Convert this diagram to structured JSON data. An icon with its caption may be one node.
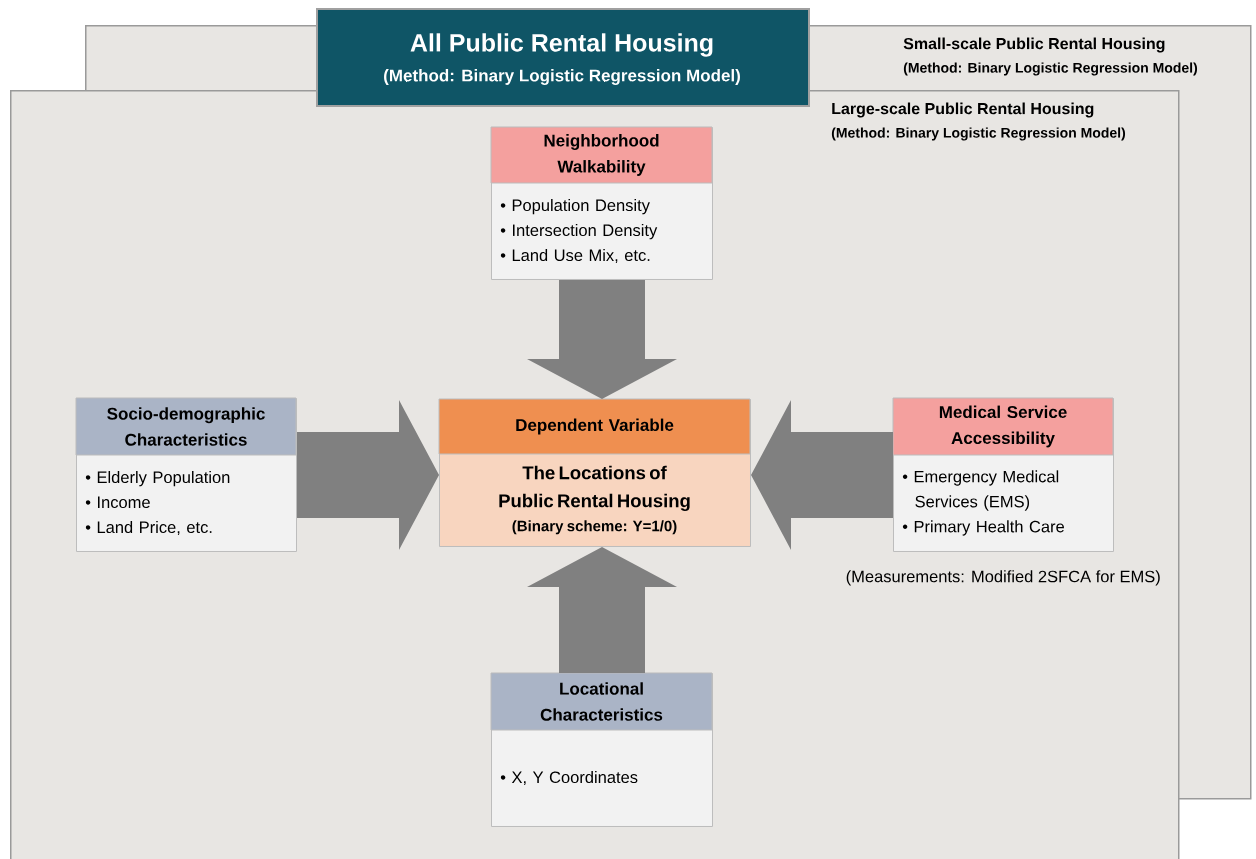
{
  "diagram": {
    "nodes": [
      {
        "text": [
          "Small-scale Public Rental Housing",
          "(Method: Binary Logistic Regression Model)"
        ]
      },
      {
        "text": [
          "Large-scale Public Rental Housing",
          "(Method: Binary Logistic Regression Model)"
        ]
      },
      {
        "text": [
          "All Public Rental Housing",
          "(Method: Binary Logistic Regression Model)"
        ]
      },
      {
        "text": [
          "Neighborhood Walkability",
          "• Population Density",
          "• Intersection Density",
          "• Land Use Mix, etc."
        ],
        "in": 1
      },
      {
        "text": [
          "Socio-demographic Characteristics",
          "• Elderly Population",
          "• Income",
          "• Land Price, etc."
        ],
        "in": 1
      },
      {
        "text": [
          "Dependent Variable",
          "The Locations of Public Rental Housing",
          "(Binary scheme: Y=1/0)"
        ],
        "in": 1
      },
      {
        "text": [
          "Medical Service Accessibility",
          "• Emergency Medical Services (EMS)",
          "• Primary Health Care"
        ],
        "in": 1
      },
      {
        "text": [
          "Locational Characteristics",
          "• X, Y Coordinates"
        ],
        "in": 1
      }
    ],
    "edges": [
      {
        "from": 3,
        "to": 5,
        "arrow": "to"
      },
      {
        "from": 4,
        "to": 5,
        "arrow": "to"
      },
      {
        "from": 6,
        "to": 5,
        "arrow": "to"
      },
      {
        "from": 7,
        "to": 5,
        "arrow": "to"
      }
    ],
    "labels": [
      "(Measurements: Modified 2SFCA for EMS)"
    ]
  }
}
